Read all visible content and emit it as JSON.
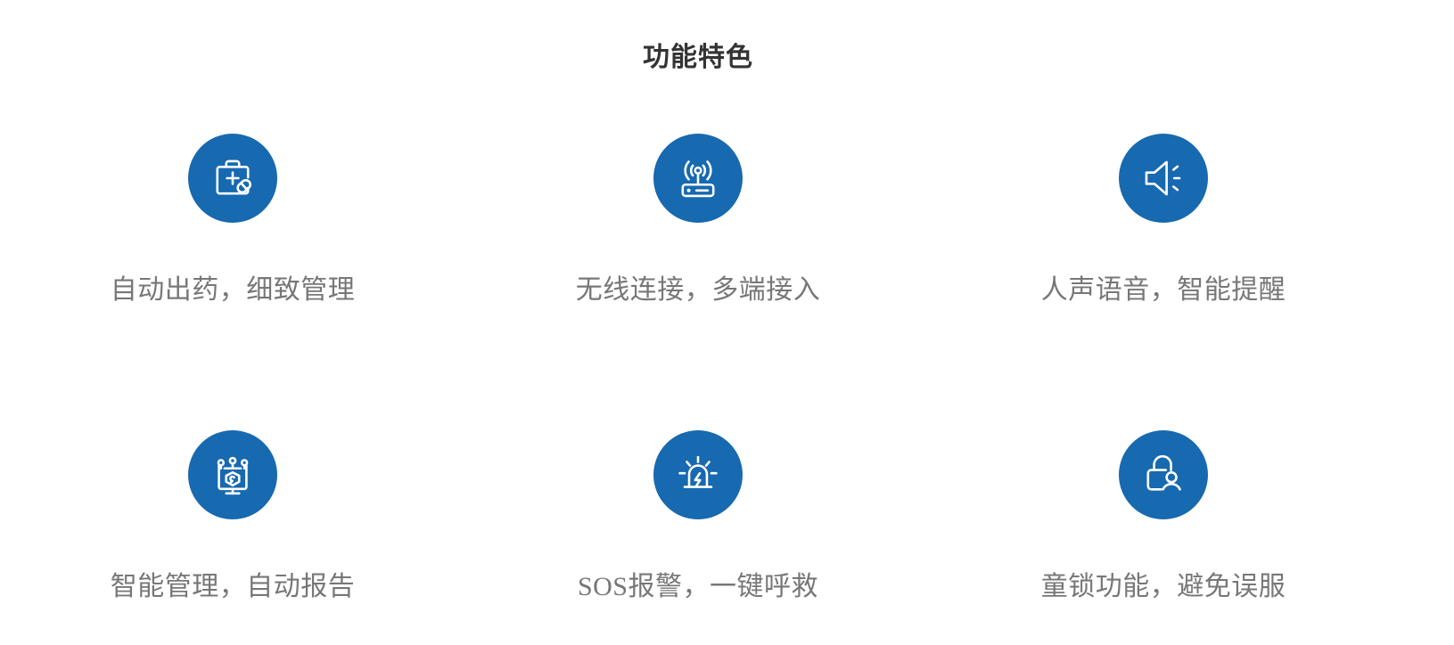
{
  "section": {
    "title": "功能特色"
  },
  "theme": {
    "accent_blue": "#1769b0",
    "icon_stroke": "#ffffff",
    "title_color": "#333333",
    "label_color": "#777777",
    "background": "#ffffff"
  },
  "features": [
    {
      "icon": "medical-kit-pill-icon",
      "label": "自动出药，细致管理"
    },
    {
      "icon": "wireless-router-icon",
      "label": "无线连接，多端接入"
    },
    {
      "icon": "speaker-volume-icon",
      "label": "人声语音，智能提醒"
    },
    {
      "icon": "smart-monitor-shield-icon",
      "label": "智能管理，自动报告"
    },
    {
      "icon": "alarm-siren-icon",
      "label": "SOS报警，一键呼救"
    },
    {
      "icon": "padlock-person-icon",
      "label": "童锁功能，避免误服"
    }
  ]
}
